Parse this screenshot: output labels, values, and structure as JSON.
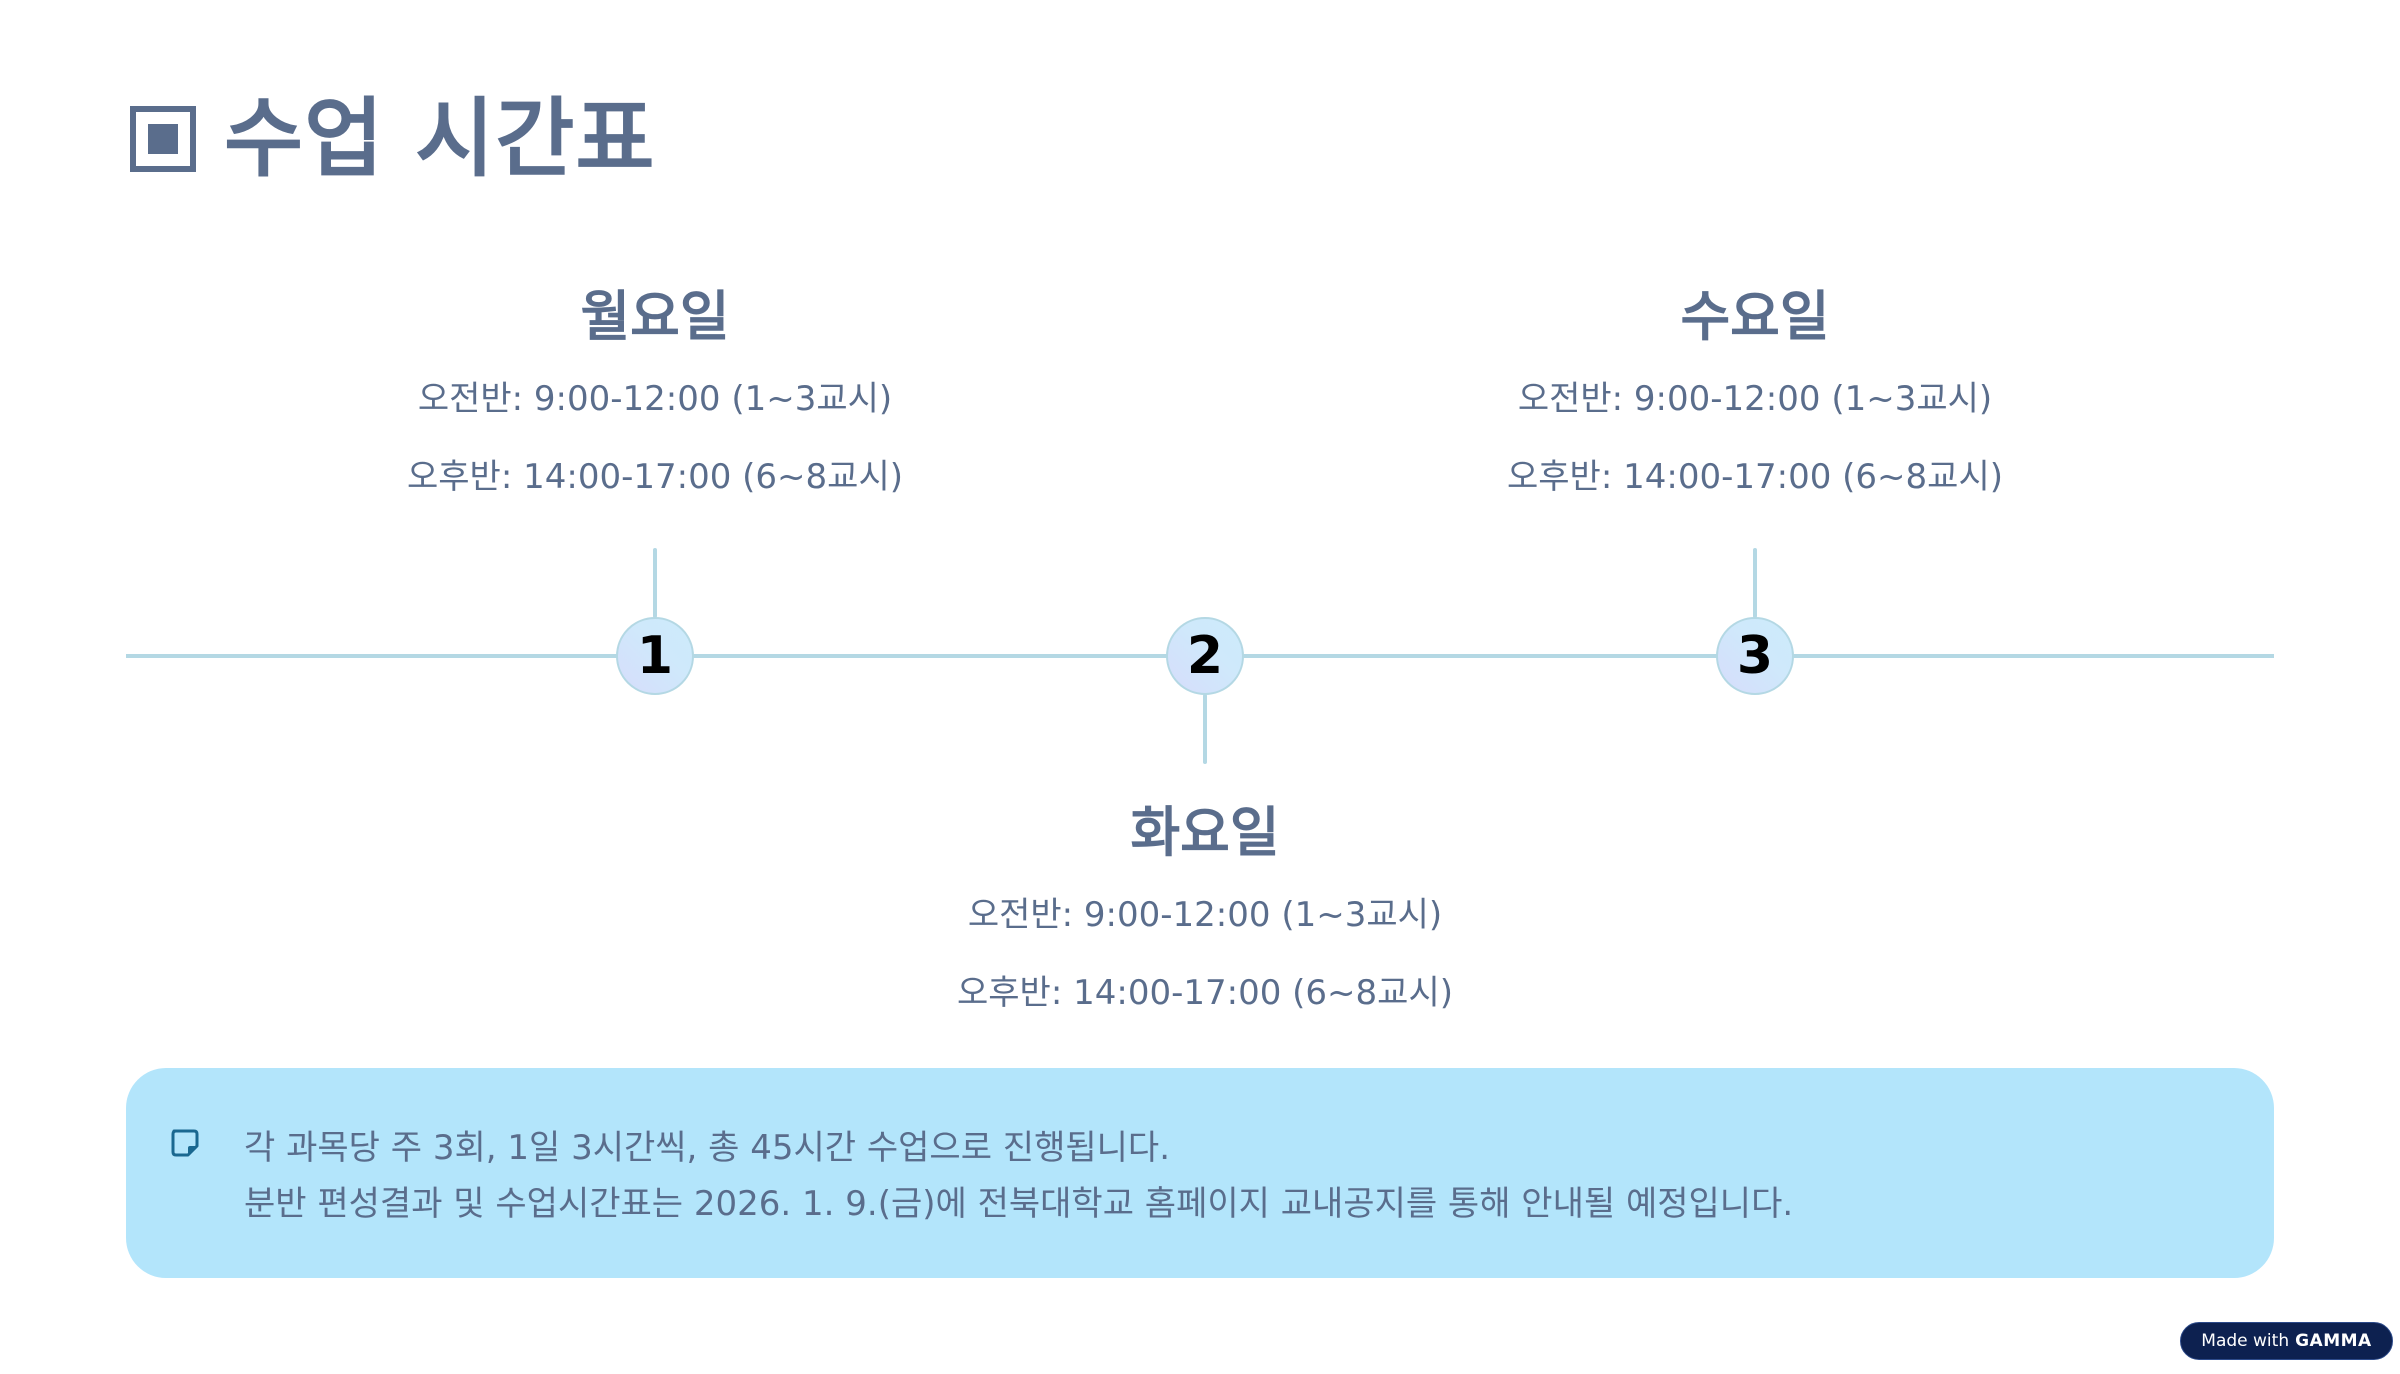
{
  "header": {
    "title": "수업 시간표",
    "icon": "square-target-icon"
  },
  "timeline": {
    "colors": {
      "line": "#b4d8e4",
      "text": "#5a6d8c",
      "node_text": "#000000"
    },
    "items": [
      {
        "number": "1",
        "day": "월요일",
        "morning": "오전반: 9:00-12:00 (1~3교시)",
        "afternoon": "오후반: 14:00-17:00 (6~8교시)",
        "position": "above"
      },
      {
        "number": "2",
        "day": "화요일",
        "morning": "오전반: 9:00-12:00 (1~3교시)",
        "afternoon": "오후반: 14:00-17:00 (6~8교시)",
        "position": "below"
      },
      {
        "number": "3",
        "day": "수요일",
        "morning": "오전반: 9:00-12:00 (1~3교시)",
        "afternoon": "오후반: 14:00-17:00 (6~8교시)",
        "position": "above"
      }
    ]
  },
  "note": {
    "icon": "sticky-note-icon",
    "background": "#b3e5fb",
    "icon_color": "#1a6890",
    "lines": [
      "각 과목당 주 3회, 1일 3시간씩, 총 45시간 수업으로 진행됩니다.",
      "분반 편성결과 및 수업시간표는 2026. 1. 9.(금)에 전북대학교 홈페이지 교내공지를 통해 안내될 예정입니다."
    ]
  },
  "badge": {
    "prefix": "Made with",
    "brand": "GAMMA",
    "background": "#0d2150"
  }
}
